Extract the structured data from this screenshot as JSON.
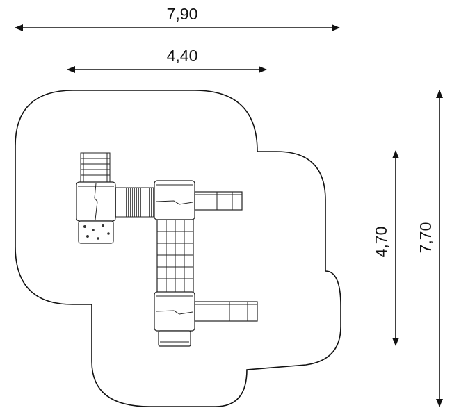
{
  "dimensions": {
    "overall_width": "7,90",
    "structure_width": "4,40",
    "structure_depth": "4,70",
    "overall_depth": "7,70"
  },
  "colors": {
    "line": "#111111",
    "background": "#ffffff"
  }
}
